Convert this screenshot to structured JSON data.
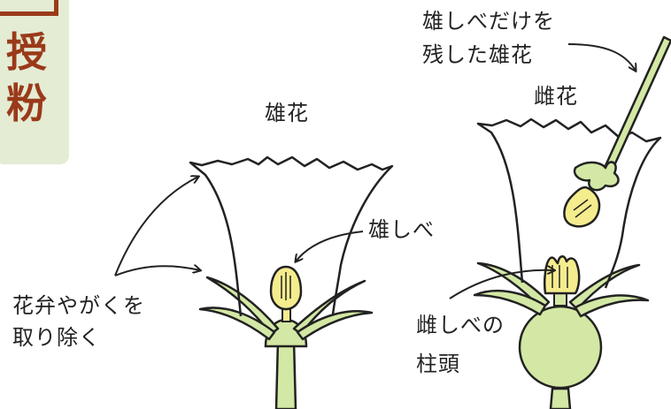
{
  "title": {
    "chars": [
      "授",
      "粉"
    ]
  },
  "labels": {
    "male_flower": "雄花",
    "female_flower": "雌花",
    "stamen": "雄しべ",
    "remove_petals": {
      "line1": "花弁やがくを",
      "line2": "取り除く"
    },
    "stigma": {
      "line1": "雌しべの",
      "line2": "柱頭"
    },
    "stamen_only": {
      "line1": "雄しべだけを",
      "line2": "残した雄花"
    }
  },
  "colors": {
    "green": "#d3e8a4",
    "yellow": "#f5ec8e",
    "outline": "#222222",
    "title_red": "#9a3a1a",
    "title_bg": "#e4ecd4"
  }
}
